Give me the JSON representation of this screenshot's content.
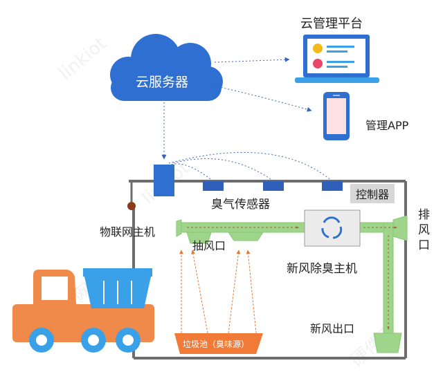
{
  "colors": {
    "cloud": "#2f6fd1",
    "duct": "#9ed58a",
    "duct_dark": "#5cae4c",
    "frame": "#6c6c6c",
    "sensor": "#2f5fb8",
    "truck_body": "#f08a4b",
    "truck_bin": "#3aa0e8",
    "pit": "#f07a36",
    "link": "#3b64b8",
    "odor_arrow": "#e07a3a"
  },
  "labels": {
    "cloud_server": "云服务器",
    "cloud_platform": "云管理平台",
    "mobile_app": "管理APP",
    "controller": "控制器",
    "odor_sensor": "臭气传感器",
    "iot_host": "物联网主机",
    "suction_port": "抽风口",
    "exhaust_port": "排风口",
    "fresh_air_host": "新风除臭主机",
    "fresh_air_outlet": "新风出口",
    "garbage_pit": "垃圾池（臭味源）"
  },
  "icons": {
    "cloud": "cloud-icon",
    "laptop": "laptop-icon",
    "phone": "phone-icon",
    "truck": "garbage-truck-icon",
    "fan": "circulation-fan-icon"
  },
  "watermark": [
    "linkiot",
    "物联网",
    "硬件网"
  ]
}
